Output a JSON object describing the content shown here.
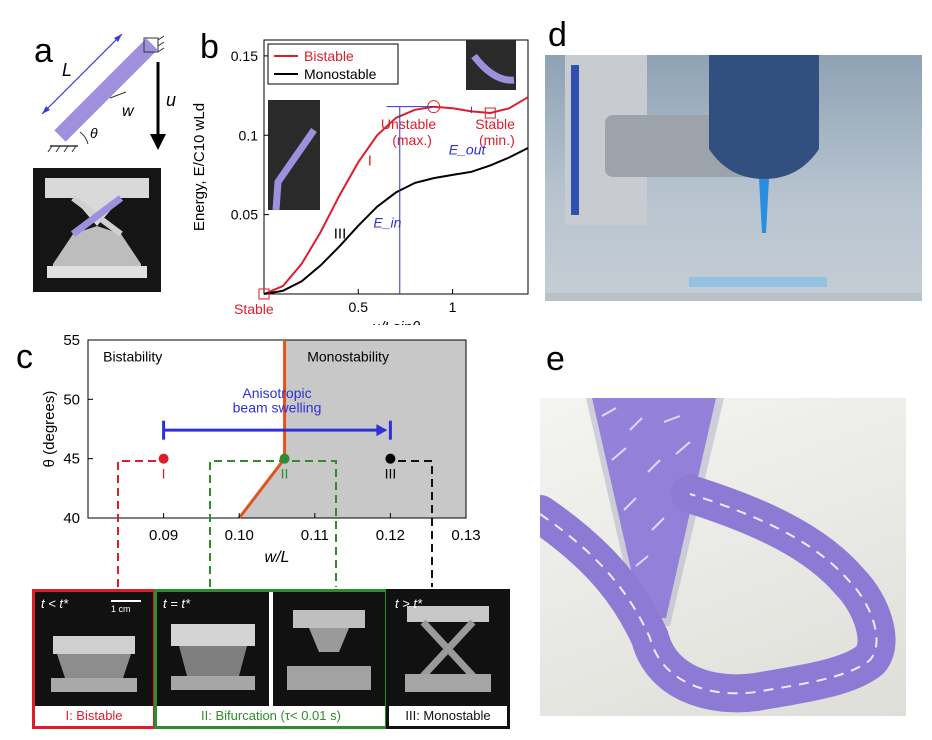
{
  "panels": {
    "a": "a",
    "b": "b",
    "c": "c",
    "d": "d",
    "e": "e"
  },
  "panel_a": {
    "L": "L",
    "w": "w",
    "u": "u",
    "theta": "θ"
  },
  "chart_b": {
    "type": "line",
    "legend": [
      "Bistable",
      "Monostable"
    ],
    "ylabel": "Energy, E/C10 wLd",
    "xlabel": "u/Lsinθ",
    "xticks": [
      "0.5",
      "1"
    ],
    "yticks": [
      "0.05",
      "0.1",
      "0.15"
    ],
    "annotations": {
      "I": "I",
      "III": "III",
      "stable_left": "Stable",
      "unstable": "Unstable (max.)",
      "stable_right": "Stable (min.)",
      "E_in": "E_in",
      "E_out": "E_out"
    }
  },
  "chart_data": [
    {
      "type": "line",
      "xlabel": "u/Lsinθ",
      "ylabel": "Energy, E/C10 wLd",
      "xlim": [
        0,
        1.4
      ],
      "ylim": [
        0,
        0.16
      ],
      "series": [
        {
          "name": "Bistable",
          "color": "#dc1e2a",
          "x": [
            0,
            0.1,
            0.2,
            0.3,
            0.4,
            0.5,
            0.6,
            0.7,
            0.8,
            0.9,
            1.0,
            1.1,
            1.2,
            1.3,
            1.4
          ],
          "y": [
            0,
            0.005,
            0.019,
            0.039,
            0.062,
            0.083,
            0.1,
            0.111,
            0.116,
            0.118,
            0.117,
            0.115,
            0.114,
            0.117,
            0.124
          ]
        },
        {
          "name": "Monostable",
          "color": "#000000",
          "x": [
            0,
            0.1,
            0.2,
            0.3,
            0.4,
            0.5,
            0.6,
            0.7,
            0.8,
            0.9,
            1.0,
            1.1,
            1.2,
            1.3,
            1.4
          ],
          "y": [
            0,
            0.002,
            0.008,
            0.018,
            0.03,
            0.043,
            0.055,
            0.064,
            0.07,
            0.073,
            0.075,
            0.077,
            0.081,
            0.086,
            0.092
          ]
        }
      ]
    },
    {
      "type": "scatter",
      "xlabel": "w/L",
      "ylabel": "θ (degrees)",
      "xlim": [
        0.08,
        0.13
      ],
      "ylim": [
        40,
        55
      ],
      "region_labels": [
        "Bistability",
        "Monostability"
      ],
      "arrow_label": "Anisotropic beam swelling",
      "boundary": {
        "x": [
          0.1,
          0.106,
          0.106
        ],
        "y": [
          40,
          45,
          55
        ]
      },
      "points": [
        {
          "label": "I",
          "x": 0.09,
          "y": 45,
          "color": "#dc1e2a"
        },
        {
          "label": "II",
          "x": 0.106,
          "y": 45,
          "color": "#2e8b2e"
        },
        {
          "label": "III",
          "x": 0.12,
          "y": 45,
          "color": "#000000"
        }
      ],
      "xticks": [
        "0.09",
        "0.10",
        "0.11",
        "0.12",
        "0.13"
      ],
      "yticks": [
        "40",
        "45",
        "50",
        "55"
      ]
    }
  ],
  "photos_c": {
    "left_time": "t < t*",
    "scale": "1 cm",
    "left_caption": "I: Bistable",
    "mid_time": "t = t*",
    "mid_caption": "II: Bifurcation (τ< 0.01 s)",
    "right_time": "t > t*",
    "right_caption": "III: Monostable"
  }
}
